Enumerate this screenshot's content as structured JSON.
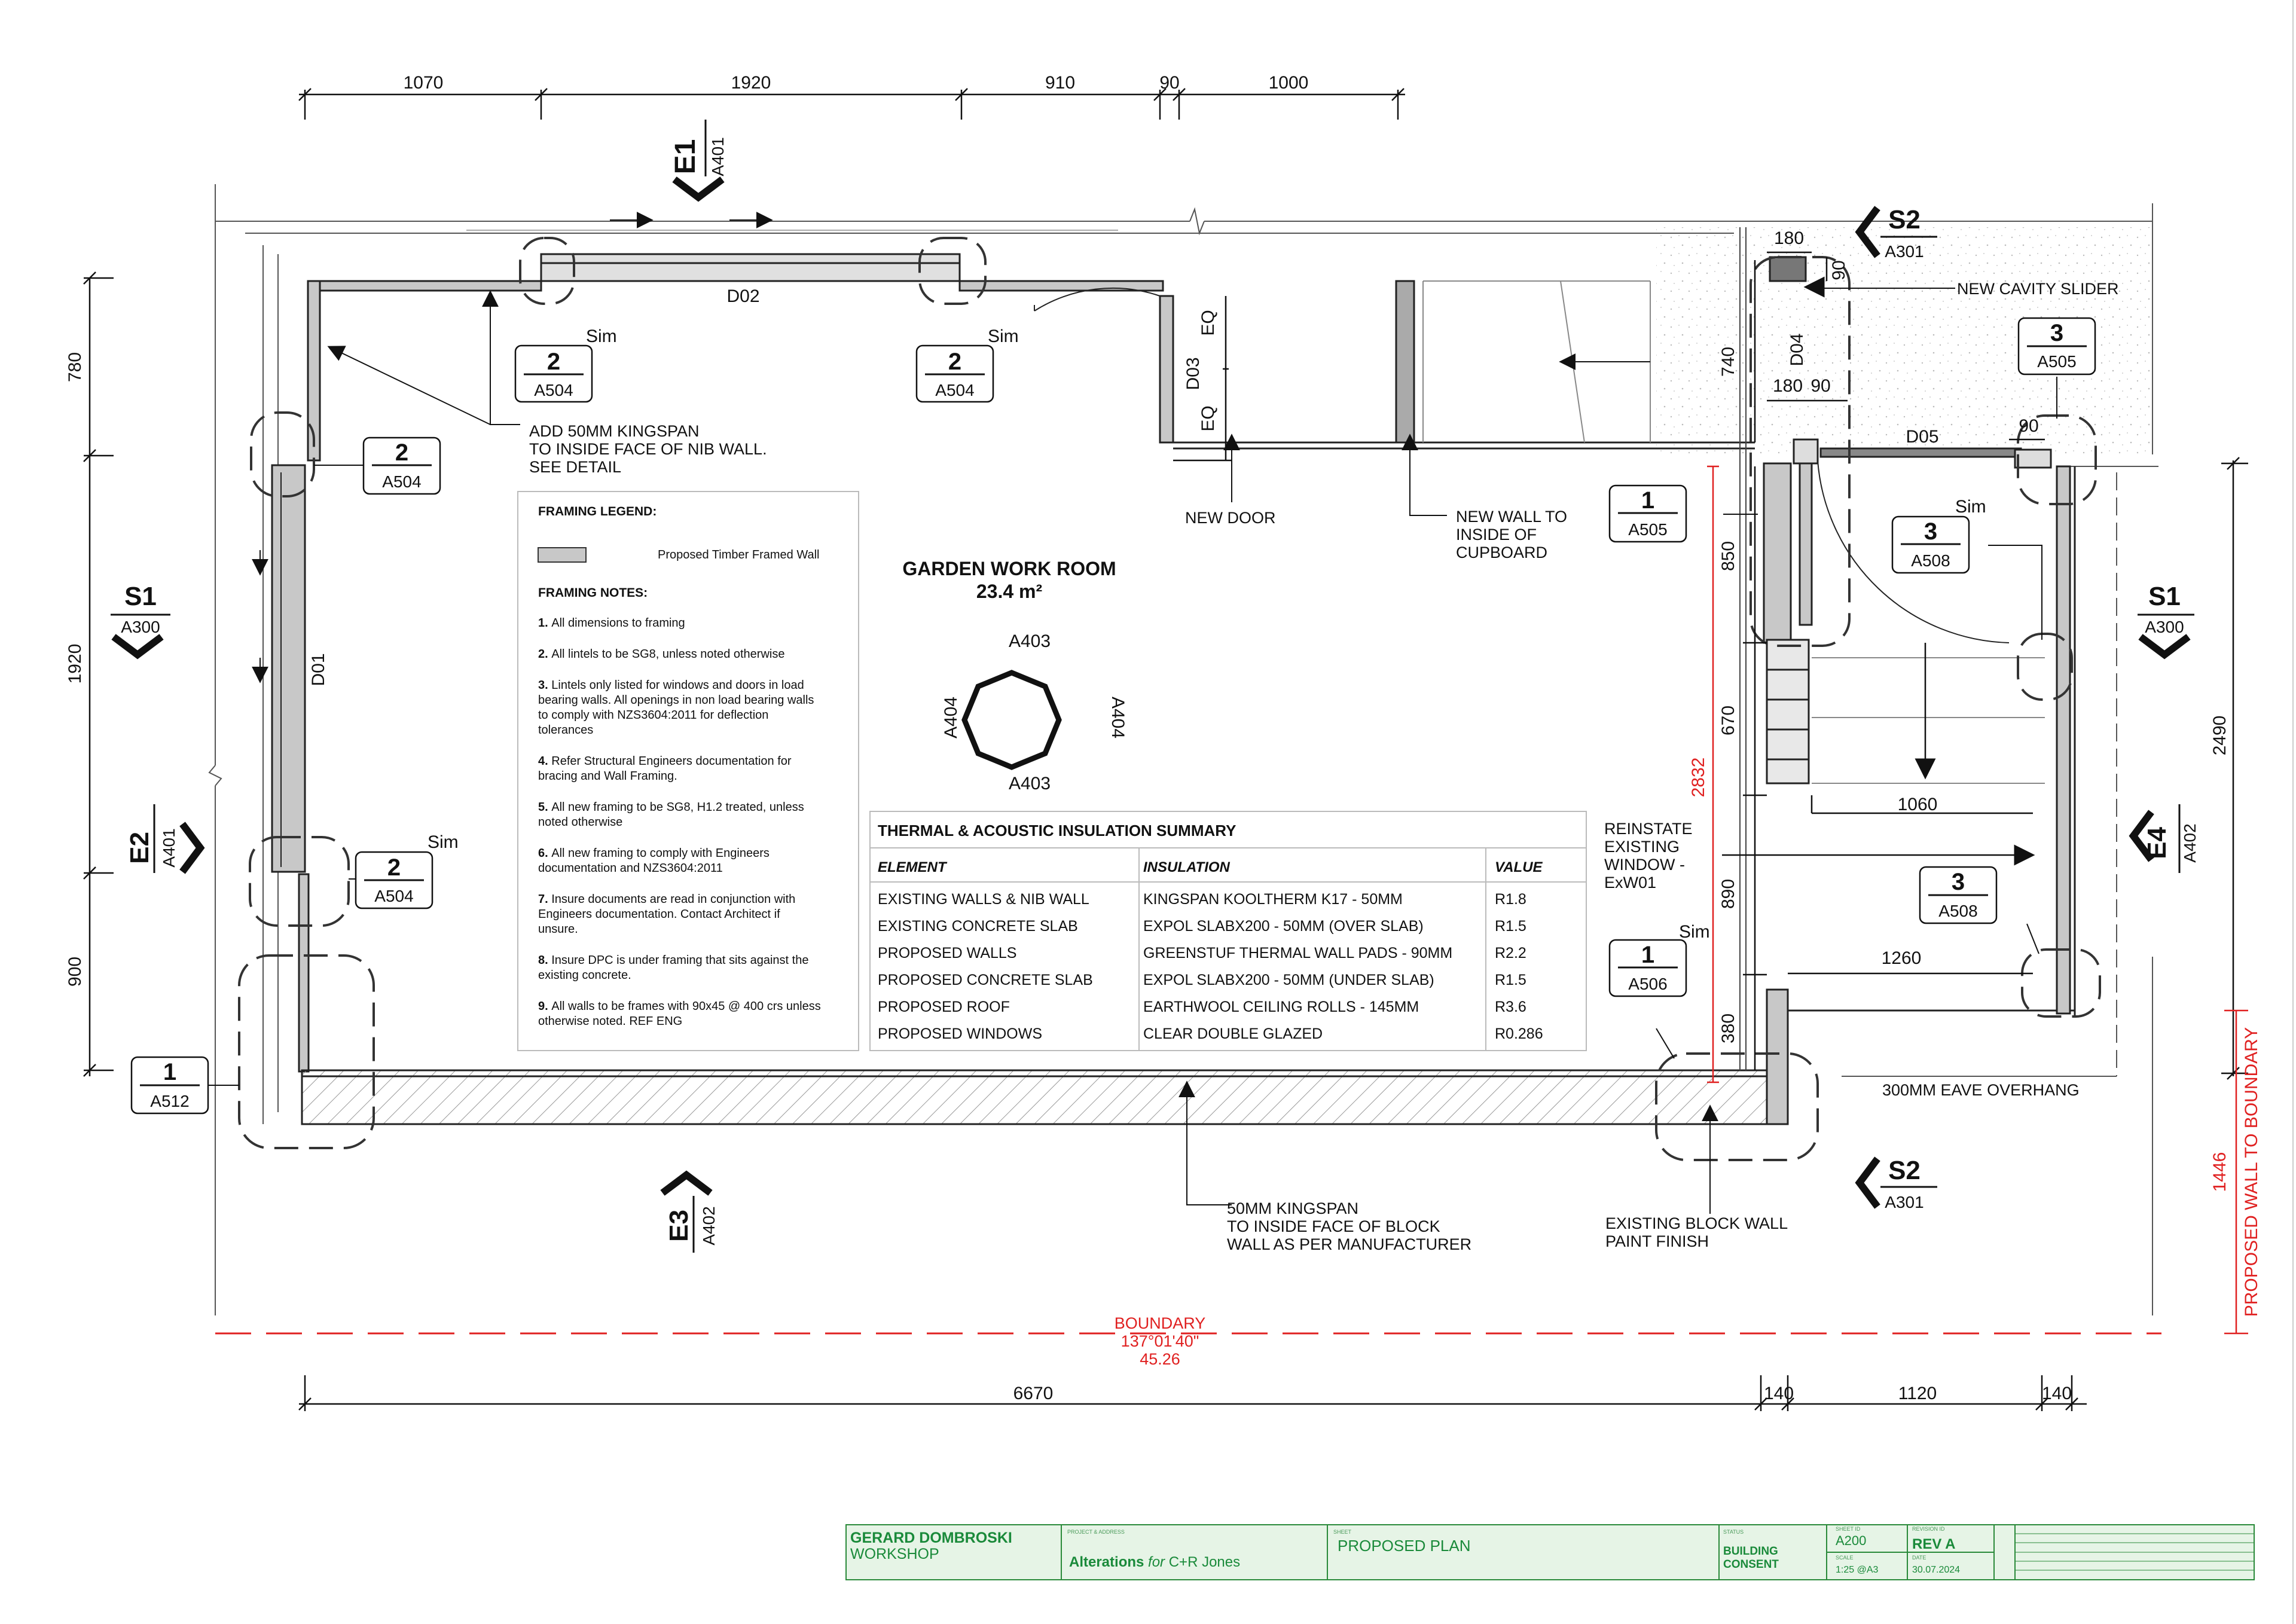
{
  "room": {
    "name": "GARDEN WORK ROOM",
    "area": "23.4 m²"
  },
  "dims_top": [
    "1070",
    "1920",
    "910",
    "90",
    "1000"
  ],
  "dims_left": [
    "780",
    "1920",
    "900"
  ],
  "dims_bottom": [
    "6670",
    "140",
    "1120",
    "140"
  ],
  "dims_right": [
    "2490",
    "1446"
  ],
  "dims_red": "2832",
  "dims_inner": {
    "d180a": "180",
    "d90a": "90",
    "d740": "740",
    "d180b": "180",
    "d90b": "90",
    "d90c": "90",
    "d850": "850",
    "d670": "670",
    "d1060": "1060",
    "d890": "890",
    "d1260": "1260",
    "d380": "380",
    "eq": "EQ"
  },
  "door_labels": {
    "d01": "D01",
    "d02": "D02",
    "d03": "D03",
    "d04": "D04",
    "d05": "D05"
  },
  "notes": {
    "kingspan_nib": [
      "ADD 50MM KINGSPAN",
      "TO INSIDE FACE OF NIB WALL.",
      "SEE DETAIL"
    ],
    "new_door": "NEW DOOR",
    "new_wall": [
      "NEW WALL TO",
      "INSIDE OF",
      "CUPBOARD"
    ],
    "cavity_slider": "NEW CAVITY SLIDER",
    "reinstate": [
      "REINSTATE",
      "EXISTING",
      "WINDOW -",
      "ExW01"
    ],
    "eave": "300MM EAVE OVERHANG",
    "kingspan_block": [
      "50MM KINGSPAN",
      "TO INSIDE FACE OF BLOCK",
      "WALL AS PER MANUFACTURER"
    ],
    "existing_block": [
      "EXISTING BLOCK WALL",
      "PAINT FINISH"
    ],
    "boundary": [
      "BOUNDARY",
      "137°01'40\"",
      "45.26"
    ],
    "proposed_wall_boundary": "PROPOSED WALL TO BOUNDARY",
    "sim": "Sim"
  },
  "section_marks": [
    {
      "id": "E1",
      "ref": "A401"
    },
    {
      "id": "S2",
      "ref": "A301"
    },
    {
      "id": "S1",
      "ref": "A300"
    },
    {
      "id": "E2",
      "ref": "A401"
    },
    {
      "id": "E4",
      "ref": "A402"
    },
    {
      "id": "E3",
      "ref": "A402"
    }
  ],
  "detail_tags": [
    {
      "num": "2",
      "ref": "A504"
    },
    {
      "num": "3",
      "ref": "A505"
    },
    {
      "num": "1",
      "ref": "A505"
    },
    {
      "num": "3",
      "ref": "A508"
    },
    {
      "num": "1",
      "ref": "A506"
    },
    {
      "num": "1",
      "ref": "A512"
    }
  ],
  "compass_labels": [
    "A403",
    "A404",
    "A404",
    "A403"
  ],
  "legend": {
    "title": "FRAMING LEGEND:",
    "item": "Proposed Timber Framed Wall",
    "notes_title": "FRAMING NOTES:",
    "notes": [
      {
        "n": "1.",
        "lines": [
          "All dimensions to framing"
        ]
      },
      {
        "n": "2.",
        "lines": [
          "All lintels to be SG8, unless noted otherwise"
        ]
      },
      {
        "n": "3.",
        "lines": [
          "Lintels only listed for windows and doors in load",
          "bearing walls. All openings in non load bearing walls",
          "to comply with NZS3604:2011 for deflection",
          "tolerances"
        ]
      },
      {
        "n": "4.",
        "lines": [
          "Refer Structural Engineers documentation for",
          "bracing and Wall Framing."
        ]
      },
      {
        "n": "5.",
        "lines": [
          "All new framing to be SG8, H1.2 treated, unless",
          "noted otherwise"
        ]
      },
      {
        "n": "6.",
        "lines": [
          "All new framing to comply with Engineers",
          "documentation and NZS3604:2011"
        ]
      },
      {
        "n": "7.",
        "lines": [
          "Insure documents are read in conjunction with",
          "Engineers documentation. Contact Architect if",
          "unsure."
        ]
      },
      {
        "n": "8.",
        "lines": [
          "Insure DPC is under framing that sits against the",
          "existing concrete."
        ]
      },
      {
        "n": "9.",
        "lines": [
          "All walls to be frames with 90x45 @ 400 crs unless",
          "otherwise noted. REF ENG"
        ]
      }
    ]
  },
  "insulation": {
    "title": "THERMAL & ACOUSTIC INSULATION SUMMARY",
    "headers": [
      "ELEMENT",
      "INSULATION",
      "VALUE"
    ],
    "rows": [
      [
        "EXISTING WALLS & NIB WALL",
        "KINGSPAN KOOLTHERM K17 - 50MM",
        "R1.8"
      ],
      [
        "EXISTING CONCRETE SLAB",
        "EXPOL SLABX200 - 50MM (OVER SLAB)",
        "R1.5"
      ],
      [
        "PROPOSED WALLS",
        "GREENSTUF THERMAL WALL PADS - 90MM",
        "R2.2"
      ],
      [
        "PROPOSED CONCRETE SLAB",
        "EXPOL SLABX200 - 50MM (UNDER SLAB)",
        "R1.5"
      ],
      [
        "PROPOSED ROOF",
        "EARTHWOOL CEILING ROLLS - 145MM",
        "R3.6"
      ],
      [
        "PROPOSED WINDOWS",
        "CLEAR DOUBLE GLAZED",
        "R0.286"
      ]
    ]
  },
  "title_block": {
    "firm": "GERARD DOMBROSKI",
    "firm2": "WORKSHOP",
    "project_label": "PROJECT & ADDRESS",
    "project_a": "Alterations",
    "project_for": "for",
    "project_b": "C+R Jones",
    "sheet_label": "SHEET",
    "sheet": "PROPOSED PLAN",
    "status_label": "STATUS",
    "status": [
      "BUILDING",
      "CONSENT"
    ],
    "sheet_no_label": "SHEET ID",
    "sheet_no": "A200",
    "scale_label": "SCALE",
    "scale": "1:25  @A3",
    "rev_label": "REVISION ID",
    "rev": "REV A",
    "date_label": "DATE",
    "date": "30.07.2024"
  },
  "colors": {
    "red": "#e02020",
    "green": "#1a8a3a",
    "tb_fill": "#e6f4e6",
    "wall_fill": "#c8c8c8"
  }
}
